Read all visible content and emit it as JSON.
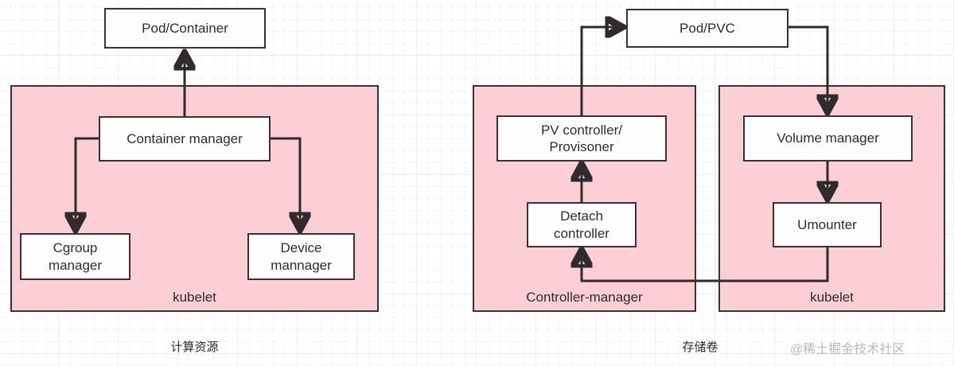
{
  "diagram": {
    "title_left": "计算资源",
    "title_right": "存储卷",
    "watermark": "@稀土掘金技术社区",
    "accent_fill": "#fbcfd5",
    "stroke_color": "#3c3034",
    "node_fill": "#fdfdfd"
  },
  "left_section": {
    "caption": "计算资源",
    "group": {
      "label": "kubelet"
    },
    "nodes": {
      "pod_container": "Pod/Container",
      "container_manager": "Container manager",
      "cgroup_manager_line1": "Cgroup",
      "cgroup_manager_line2": "manager",
      "device_manager_line1": "Device",
      "device_manager_line2": "mannager"
    }
  },
  "right_section": {
    "caption": "存储卷",
    "groups": {
      "controller_manager": "Controller-manager",
      "kubelet": "kubelet"
    },
    "nodes": {
      "pod_pvc": "Pod/PVC",
      "pv_controller_line1": "PV controller/",
      "pv_controller_line2": "Provisoner",
      "volume_manager": "Volume manager",
      "detach_controller_line1": "Detach",
      "detach_controller_line2": "controller",
      "umounter": "Umounter"
    }
  }
}
